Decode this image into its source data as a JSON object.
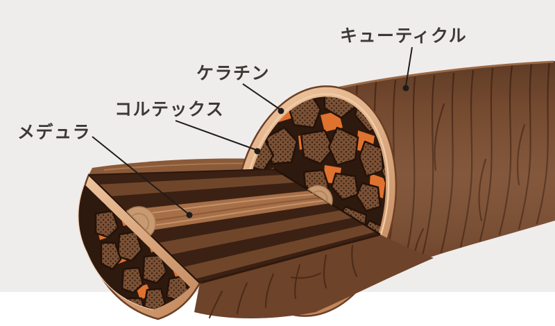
{
  "diagram": {
    "subject": "hair-shaft-structure",
    "labels": {
      "cuticle": "キューティクル",
      "keratin": "ケラチン",
      "cortex": "コルテックス",
      "medulla": "メデュラ"
    },
    "colors": {
      "background_gray": "#efedec",
      "background_white": "#ffffff",
      "hair_surface": "#7b4f33",
      "hair_scale_line": "#53301d",
      "cuticle_ring_light": "#eec49d",
      "cuticle_ring_dark": "#bd8156",
      "cortex_cell": "#7a5136",
      "cell_gap_dark": "#2e190e",
      "keratin_orange": "#e0722f",
      "medulla_tan": "#a76f48",
      "medulla_cap": "#c89a72",
      "label_text": "#3d3834",
      "leader_line": "#1f1c1a"
    }
  }
}
